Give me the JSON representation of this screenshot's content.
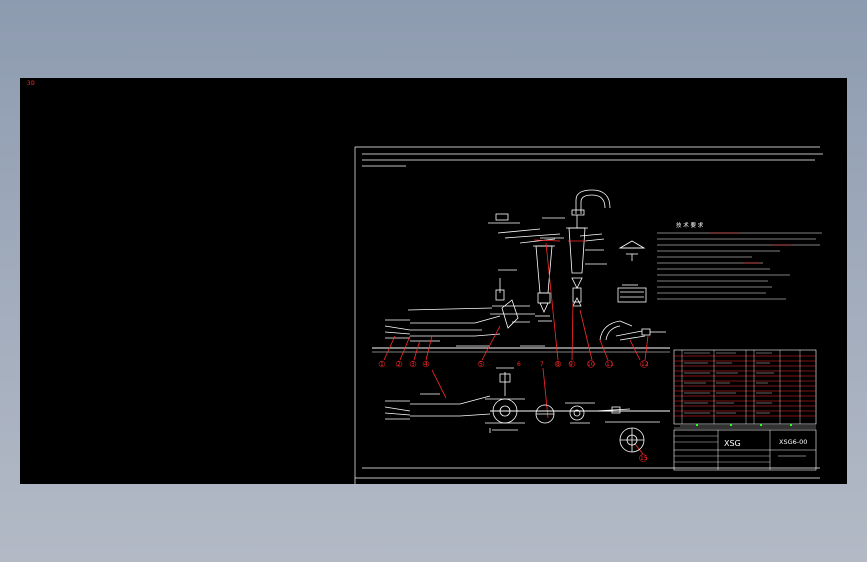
{
  "viewport": {
    "corner_label": "3D",
    "background": "#000000",
    "line_color": "#ffffff",
    "accent_color": "#ff2a2a"
  },
  "drawing": {
    "notes_title": "技 术 要 求",
    "title_block": {
      "name": "XSG",
      "code": "XSG6-00"
    },
    "callouts": [
      "1",
      "2",
      "3",
      "4",
      "5",
      "6",
      "7",
      "8",
      "9",
      "10",
      "11",
      "12",
      "15"
    ]
  }
}
